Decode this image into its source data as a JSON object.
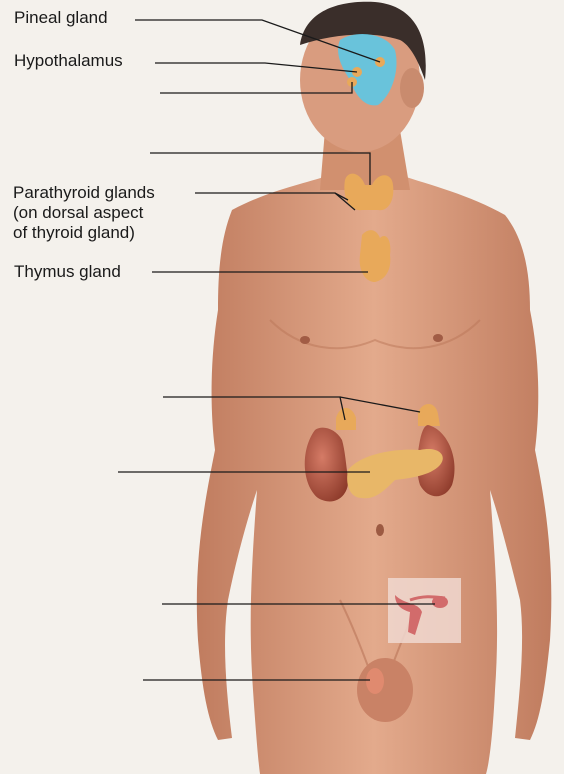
{
  "labels": {
    "pineal_gland": "Pineal gland",
    "hypothalamus": "Hypothalamus",
    "parathyroid_line1": "Parathyroid glands",
    "parathyroid_line2": "(on dorsal aspect",
    "parathyroid_line3": "of thyroid gland)",
    "thymus_gland": "Thymus gland"
  },
  "colors": {
    "background": "#f4f1ec",
    "skin": "#d99c7f",
    "skin_shadow": "#c07c5f",
    "hair": "#3a2e2a",
    "brain_highlight": "#5cc8e6",
    "gland": "#e8a95a",
    "kidney": "#b5523d",
    "pancreas": "#e8b768",
    "ovary": "#d26b6b",
    "leader_line": "#1a1a1a"
  }
}
